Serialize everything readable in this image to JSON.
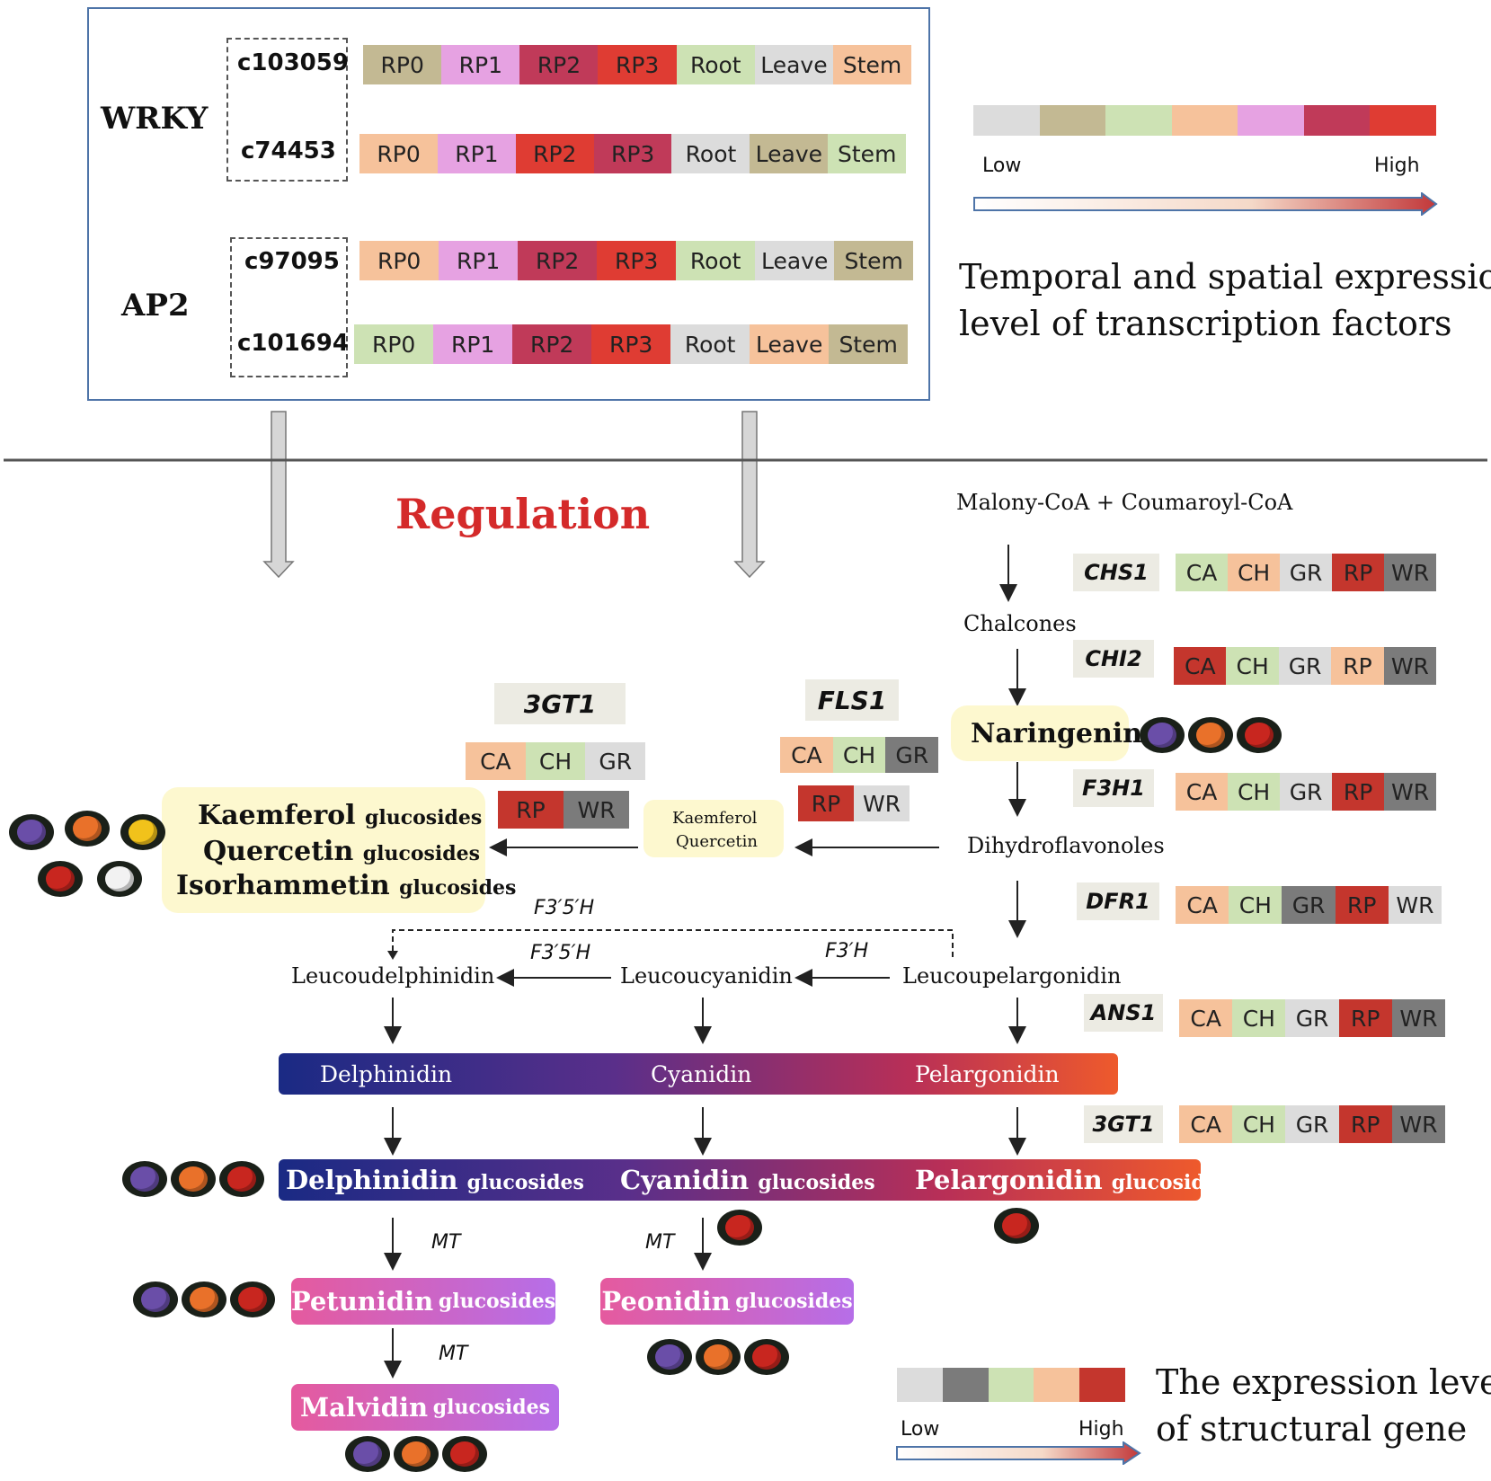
{
  "colors": {
    "light_gray": "#dcdcdc",
    "khaki": "#c3b993",
    "light_green": "#cde2b4",
    "peach": "#f6c29b",
    "pink": "#e6a2e2",
    "crimson": "#c03a59",
    "red": "#df3c33",
    "dark_gray": "#7b7b7b",
    "deep_red": "#c4362d",
    "title_red": "#d42a2a",
    "violet_flower": "#6a4ea8",
    "orange_flower": "#e9712a",
    "red_flower": "#c8261f",
    "yellow_flower": "#f1c21b",
    "white_flower": "#f2f2f2"
  },
  "tf": {
    "groups": [
      {
        "name": "WRKY",
        "genes": [
          {
            "id": "c103059",
            "cells": [
              {
                "label": "RP0",
                "color": "#c3b993"
              },
              {
                "label": "RP1",
                "color": "#e6a2e2"
              },
              {
                "label": "RP2",
                "color": "#c03a59"
              },
              {
                "label": "RP3",
                "color": "#df3c33"
              },
              {
                "label": "Root",
                "color": "#cde2b4"
              },
              {
                "label": "Leave",
                "color": "#dcdcdc"
              },
              {
                "label": "Stem",
                "color": "#f6c29b"
              }
            ]
          },
          {
            "id": "c74453",
            "cells": [
              {
                "label": "RP0",
                "color": "#f6c29b"
              },
              {
                "label": "RP1",
                "color": "#e6a2e2"
              },
              {
                "label": "RP2",
                "color": "#df3c33"
              },
              {
                "label": "RP3",
                "color": "#c03a59"
              },
              {
                "label": "Root",
                "color": "#dcdcdc"
              },
              {
                "label": "Leave",
                "color": "#c3b993"
              },
              {
                "label": "Stem",
                "color": "#cde2b4"
              }
            ]
          }
        ]
      },
      {
        "name": "AP2",
        "genes": [
          {
            "id": "c97095",
            "cells": [
              {
                "label": "RP0",
                "color": "#f6c29b"
              },
              {
                "label": "RP1",
                "color": "#e6a2e2"
              },
              {
                "label": "RP2",
                "color": "#c03a59"
              },
              {
                "label": "RP3",
                "color": "#df3c33"
              },
              {
                "label": "Root",
                "color": "#cde2b4"
              },
              {
                "label": "Leave",
                "color": "#dcdcdc"
              },
              {
                "label": "Stem",
                "color": "#c3b993"
              }
            ]
          },
          {
            "id": "c101694",
            "cells": [
              {
                "label": "RP0",
                "color": "#cde2b4"
              },
              {
                "label": "RP1",
                "color": "#e6a2e2"
              },
              {
                "label": "RP2",
                "color": "#c03a59"
              },
              {
                "label": "RP3",
                "color": "#df3c33"
              },
              {
                "label": "Root",
                "color": "#dcdcdc"
              },
              {
                "label": "Leave",
                "color": "#f6c29b"
              },
              {
                "label": "Stem",
                "color": "#c3b993"
              }
            ]
          }
        ]
      }
    ]
  },
  "tf_legend": {
    "colors": [
      "#dcdcdc",
      "#c3b993",
      "#cde2b4",
      "#f6c29b",
      "#e6a2e2",
      "#c03a59",
      "#df3c33"
    ],
    "low": "Low",
    "high": "High",
    "caption_line1": "Temporal and spatial expression",
    "caption_line2": "level of transcription factors"
  },
  "regulation": "Regulation",
  "pathway": {
    "start": "Malony-CoA + Coumaroyl-CoA",
    "chalcones": "Chalcones",
    "naringenin": "Naringenin",
    "dihydroflavonoles": "Dihydroflavonoles",
    "kaemferol_small": "Kaemferol",
    "quercetin_small": "Quercetin",
    "flavonols": [
      {
        "name": "Kaemferol",
        "suffix": "glucosides"
      },
      {
        "name": "Quercetin",
        "suffix": "glucosides"
      },
      {
        "name": "Isorhammetin",
        "suffix": "glucosides"
      }
    ],
    "f35h_top": "F3′5′H",
    "f35h_mid": "F3′5′H",
    "f3h": "F3′H",
    "leucodelphinidin": "Leucoudelphinidin",
    "leucocyanidin": "Leucoucyanidin",
    "leucopelargonidin": "Leucoupelargonidin",
    "anthocyanidins": [
      "Delphinidin",
      "Cyanidin",
      "Pelargonidin"
    ],
    "glucosides": [
      {
        "name": "Delphinidin",
        "suffix": "glucosides"
      },
      {
        "name": "Cyanidin",
        "suffix": "glucosides"
      },
      {
        "name": "Pelargonidin",
        "suffix": "glucosides"
      }
    ],
    "mt1": "MT",
    "mt2": "MT",
    "mt3": "MT",
    "petunidin": {
      "name": "Petunidin",
      "suffix": "glucosides"
    },
    "peonidin": {
      "name": "Peonidin",
      "suffix": "glucosides"
    },
    "malvidin": {
      "name": "Malvidin",
      "suffix": "glucosides"
    }
  },
  "structural_genes": [
    {
      "name": "CHS1",
      "cells": [
        {
          "label": "CA",
          "color": "#cde2b4"
        },
        {
          "label": "CH",
          "color": "#f6c29b"
        },
        {
          "label": "GR",
          "color": "#dcdcdc"
        },
        {
          "label": "RP",
          "color": "#c4362d"
        },
        {
          "label": "WR",
          "color": "#7b7b7b"
        }
      ]
    },
    {
      "name": "CHI2",
      "cells": [
        {
          "label": "CA",
          "color": "#c4362d"
        },
        {
          "label": "CH",
          "color": "#cde2b4"
        },
        {
          "label": "GR",
          "color": "#dcdcdc"
        },
        {
          "label": "RP",
          "color": "#f6c29b"
        },
        {
          "label": "WR",
          "color": "#7b7b7b"
        }
      ]
    },
    {
      "name": "F3H1",
      "cells": [
        {
          "label": "CA",
          "color": "#f6c29b"
        },
        {
          "label": "CH",
          "color": "#cde2b4"
        },
        {
          "label": "GR",
          "color": "#dcdcdc"
        },
        {
          "label": "RP",
          "color": "#c4362d"
        },
        {
          "label": "WR",
          "color": "#7b7b7b"
        }
      ]
    },
    {
      "name": "DFR1",
      "cells": [
        {
          "label": "CA",
          "color": "#f6c29b"
        },
        {
          "label": "CH",
          "color": "#cde2b4"
        },
        {
          "label": "GR",
          "color": "#7b7b7b"
        },
        {
          "label": "RP",
          "color": "#c4362d"
        },
        {
          "label": "WR",
          "color": "#dcdcdc"
        }
      ]
    },
    {
      "name": "ANS1",
      "cells": [
        {
          "label": "CA",
          "color": "#f6c29b"
        },
        {
          "label": "CH",
          "color": "#cde2b4"
        },
        {
          "label": "GR",
          "color": "#dcdcdc"
        },
        {
          "label": "RP",
          "color": "#c4362d"
        },
        {
          "label": "WR",
          "color": "#7b7b7b"
        }
      ]
    },
    {
      "name": "3GT1",
      "cells": [
        {
          "label": "CA",
          "color": "#f6c29b"
        },
        {
          "label": "CH",
          "color": "#cde2b4"
        },
        {
          "label": "GR",
          "color": "#dcdcdc"
        },
        {
          "label": "RP",
          "color": "#c4362d"
        },
        {
          "label": "WR",
          "color": "#7b7b7b"
        }
      ]
    }
  ],
  "gt_left": {
    "name": "3GT1",
    "row1": [
      {
        "label": "CA",
        "color": "#f6c29b"
      },
      {
        "label": "CH",
        "color": "#cde2b4"
      },
      {
        "label": "GR",
        "color": "#dcdcdc"
      }
    ],
    "row2": [
      {
        "label": "RP",
        "color": "#c4362d"
      },
      {
        "label": "WR",
        "color": "#7b7b7b"
      }
    ]
  },
  "fls": {
    "name": "FLS1",
    "row1": [
      {
        "label": "CA",
        "color": "#f6c29b"
      },
      {
        "label": "CH",
        "color": "#cde2b4"
      },
      {
        "label": "GR",
        "color": "#7b7b7b"
      }
    ],
    "row2": [
      {
        "label": "RP",
        "color": "#c4362d"
      },
      {
        "label": "WR",
        "color": "#dcdcdc"
      }
    ]
  },
  "sg_legend": {
    "colors": [
      "#dcdcdc",
      "#7b7b7b",
      "#cde2b4",
      "#f6c29b",
      "#c4362d"
    ],
    "low": "Low",
    "high": "High",
    "caption_line1": "The expression level",
    "caption_line2": "of structural gene"
  }
}
